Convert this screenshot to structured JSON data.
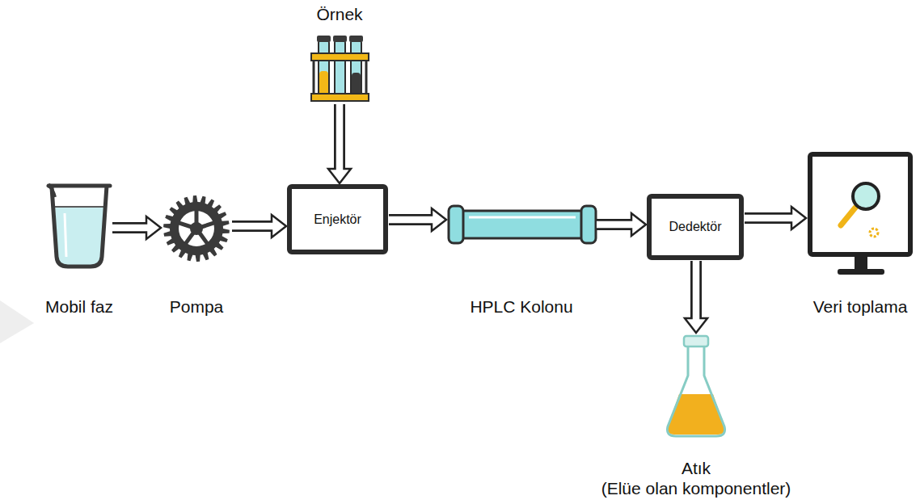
{
  "diagram": {
    "nodes": [
      {
        "text": [
          "Mobil faz"
        ]
      },
      {
        "text": [
          "Pompa"
        ]
      },
      {
        "text": [
          "Örnek"
        ]
      },
      {
        "text": [
          "Enjektör"
        ]
      },
      {
        "text": [
          "HPLC Kolonu"
        ]
      },
      {
        "text": [
          "Dedektör"
        ]
      },
      {
        "text": [
          "Veri toplama"
        ]
      },
      {
        "text": [
          "Atık",
          "(Elüe olan komponentler)"
        ]
      }
    ],
    "edges": [
      {
        "from": 0,
        "to": 1,
        "arrow": "to"
      },
      {
        "from": 1,
        "to": 3,
        "arrow": "to"
      },
      {
        "from": 2,
        "to": 3,
        "arrow": "to"
      },
      {
        "from": 3,
        "to": 4,
        "arrow": "to"
      },
      {
        "from": 4,
        "to": 5,
        "arrow": "to"
      },
      {
        "from": 5,
        "to": 6,
        "arrow": "to"
      },
      {
        "from": 5,
        "to": 7,
        "arrow": "to"
      }
    ]
  }
}
